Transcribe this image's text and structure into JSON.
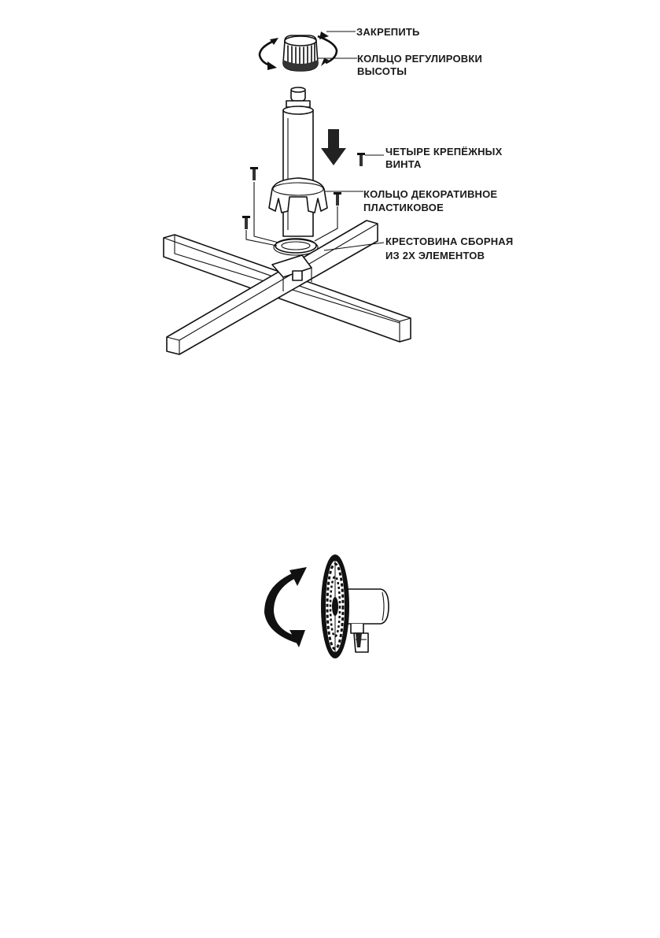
{
  "diagram": {
    "stand_assembly": {
      "labels": {
        "lock": "ЗАКРЕПИТЬ",
        "height_ring_line1": "КОЛЬЦО РЕГУЛИРОВКИ",
        "height_ring_line2": "ВЫСОТЫ",
        "screws_line1": "ЧЕТЫРЕ КРЕПЁЖНЫХ",
        "screws_line2": "ВИНТА",
        "deco_ring_line1": "КОЛЬЦО ДЕКОРАТИВНОЕ",
        "deco_ring_line2": "ПЛАСТИКОВОЕ",
        "cross_base_line1": "КРЕСТОВИНА СБОРНАЯ",
        "cross_base_line2": "ИЗ 2Х ЭЛЕМЕНТОВ"
      },
      "icons": {
        "rotation": "curved-double-arrow-icon",
        "insert": "down-arrow-icon"
      }
    },
    "fan_tilt": {
      "icons": {
        "tilt": "curved-arrow-icon"
      }
    }
  }
}
